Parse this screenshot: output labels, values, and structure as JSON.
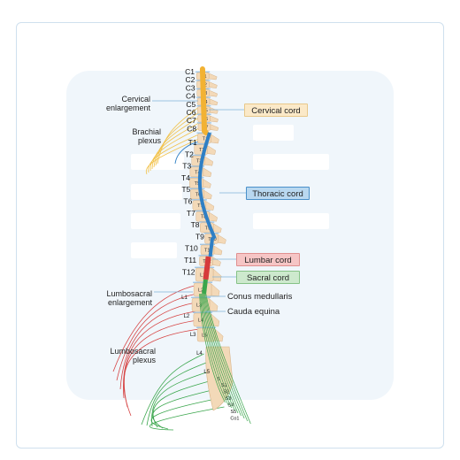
{
  "side_labels": {
    "cervical_enlargement": [
      "Cervical",
      "enlargement"
    ],
    "brachial_plexus": [
      "Brachial",
      "plexus"
    ],
    "lumbosacral_enlargement": [
      "Lumbosacral",
      "enlargement"
    ],
    "lumbosacral_plexus": [
      "Lumbosacral",
      "plexus"
    ]
  },
  "region_boxes": {
    "cervical": {
      "label": "Cervical cord",
      "color": "#fbe9c8",
      "border": "#e8c88a"
    },
    "thoracic": {
      "label": "Thoracic cord",
      "color": "#b9d8f0",
      "border": "#4a90c9"
    },
    "lumbar": {
      "label": "Lumbar cord",
      "color": "#f6c5c5",
      "border": "#e09090"
    },
    "sacral": {
      "label": "Sacral cord",
      "color": "#cde9cd",
      "border": "#86c286"
    }
  },
  "pointer_labels": {
    "conus": "Conus medullaris",
    "cauda": "Cauda equina"
  },
  "cervical_nerves": [
    "C1",
    "C2",
    "C3",
    "C4",
    "C5",
    "C6",
    "C7",
    "C8"
  ],
  "thoracic_nerves": [
    "T1",
    "T2",
    "T3",
    "T4",
    "T5",
    "T6",
    "T7",
    "T8",
    "T9",
    "T10",
    "T11",
    "T12"
  ],
  "cervical_vertebrae": [
    "C1",
    "C2",
    "C3",
    "C4",
    "C5",
    "C6",
    "C7"
  ],
  "thoracic_vertebrae": [
    "T1",
    "T2",
    "T3",
    "T4",
    "T5",
    "T6",
    "T7",
    "T8",
    "T9",
    "T10",
    "T11",
    "T12"
  ],
  "lumbar_nerves": [
    "L1",
    "L2",
    "L3",
    "L4",
    "L5"
  ],
  "lumbar_vertebrae": [
    "L1",
    "L2",
    "L3",
    "L4",
    "L5"
  ],
  "sacral_vertebra": "S",
  "sacral_nerves": [
    "S1",
    "S2",
    "S3",
    "S4",
    "S5",
    "Co1"
  ],
  "colors": {
    "bone": "#f3d9b8",
    "bone_edge": "#d8b48a",
    "cervical_cord": "#f2b233",
    "thoracic_cord": "#2f7fc4",
    "lumbar_cord": "#d63b3b",
    "sacral_cord": "#3aa64c",
    "disc": "#9fc6e6",
    "brachial": "#f2c24a",
    "lumbar_plexus": "#d64545",
    "sacral_plexus": "#3aa64c"
  }
}
